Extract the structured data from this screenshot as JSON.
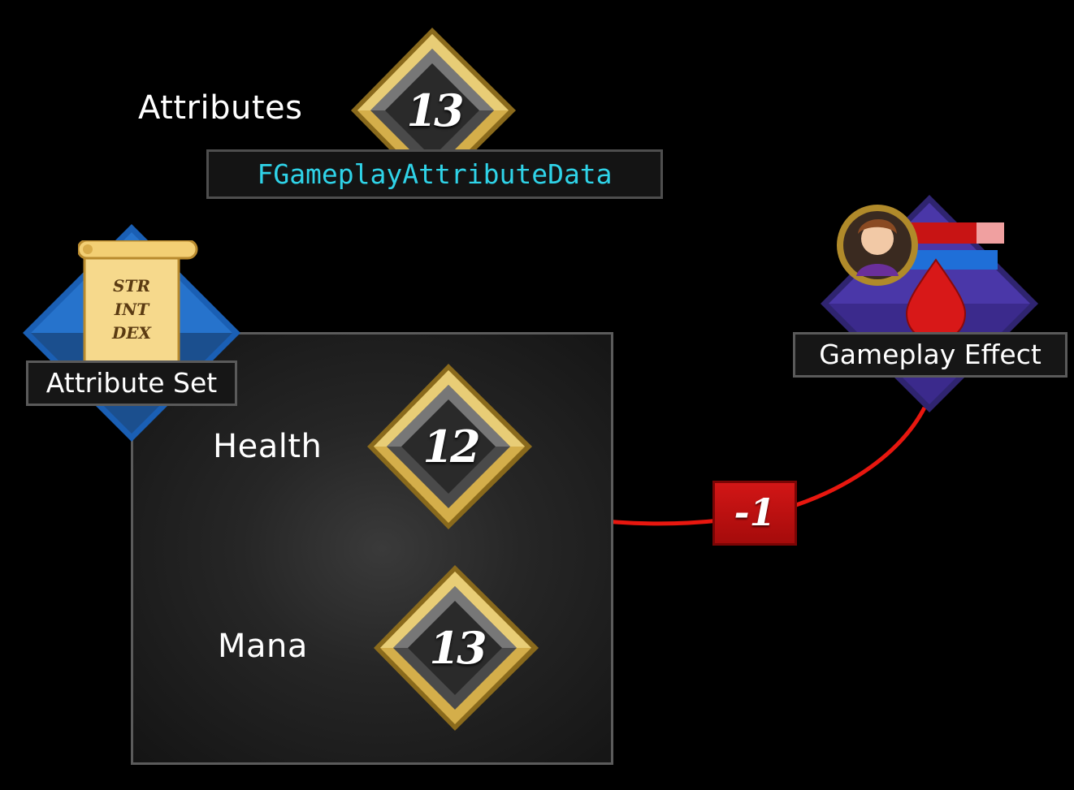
{
  "top": {
    "attributes_label": "Attributes",
    "attributes_value": "13",
    "struct_name": "FGameplayAttributeData"
  },
  "attribute_set": {
    "label": "Attribute Set",
    "scroll_lines": [
      "STR",
      "INT",
      "DEX"
    ]
  },
  "attributes": [
    {
      "name": "Health",
      "value": "12"
    },
    {
      "name": "Mana",
      "value": "13"
    }
  ],
  "gameplay_effect": {
    "label": "Gameplay Effect",
    "modifier": "-1"
  },
  "colors": {
    "code_text": "#2fd3e8",
    "attribute_set_blue": "#1a5fb4",
    "effect_purple": "#3b2a8c",
    "arrow_red": "#e8170f",
    "gem_gold": "#c49a2c"
  }
}
